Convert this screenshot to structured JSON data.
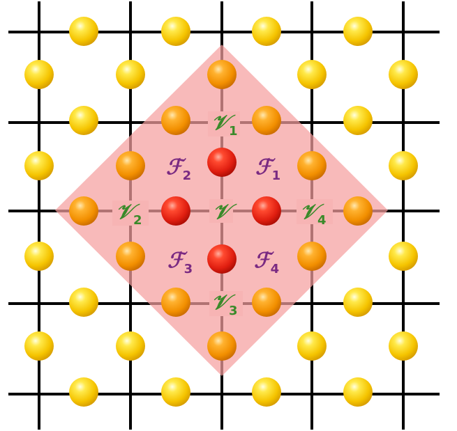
{
  "colors": {
    "background": "#ffffff",
    "grid_line": "#000000",
    "diamond_fill": "#f7a6a6",
    "sphere_far": "#f7cc00",
    "sphere_near": "#f29400",
    "sphere_center": "#e01e10",
    "vertex_label": "#3a8a2a",
    "face_label": "#7a2a82"
  },
  "labels": {
    "center_vertex": {
      "symbol": "𝒱",
      "sub": ""
    },
    "vertices": [
      {
        "symbol": "𝒱",
        "sub": "1"
      },
      {
        "symbol": "𝒱",
        "sub": "2"
      },
      {
        "symbol": "𝒱",
        "sub": "3"
      },
      {
        "symbol": "𝒱",
        "sub": "4"
      }
    ],
    "faces": [
      {
        "symbol": "ℱ",
        "sub": "1"
      },
      {
        "symbol": "ℱ",
        "sub": "2"
      },
      {
        "symbol": "ℱ",
        "sub": "3"
      },
      {
        "symbol": "ℱ",
        "sub": "4"
      }
    ]
  }
}
